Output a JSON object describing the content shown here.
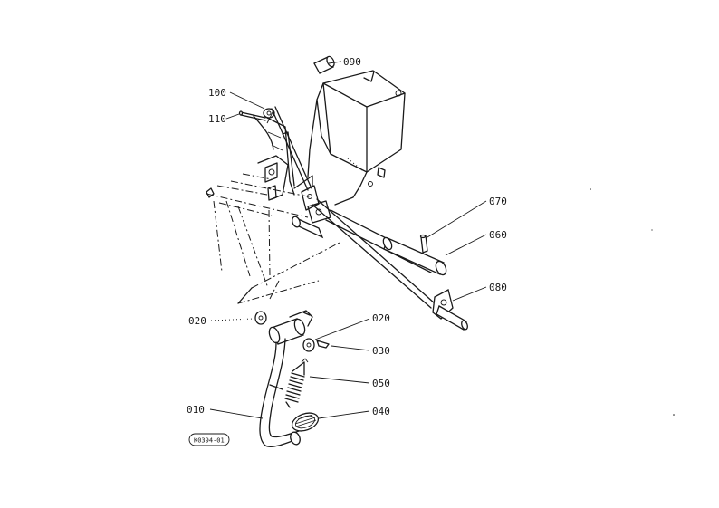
{
  "callouts": [
    {
      "id": "090",
      "text": "090"
    },
    {
      "id": "100",
      "text": "100"
    },
    {
      "id": "110",
      "text": "110"
    },
    {
      "id": "070",
      "text": "070"
    },
    {
      "id": "060",
      "text": "060"
    },
    {
      "id": "080",
      "text": "080"
    },
    {
      "id": "020a",
      "text": "020"
    },
    {
      "id": "020b",
      "text": "020"
    },
    {
      "id": "030",
      "text": "030"
    },
    {
      "id": "050",
      "text": "050"
    },
    {
      "id": "010",
      "text": "010"
    },
    {
      "id": "040",
      "text": "040"
    }
  ],
  "diagram_code": "K0394-01"
}
